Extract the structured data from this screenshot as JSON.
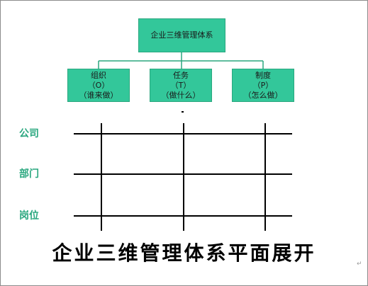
{
  "diagram": {
    "top_node": {
      "label": "企业三维管理体系"
    },
    "child_nodes": [
      {
        "name": "组织",
        "code": "（O）",
        "desc": "（谁来做）"
      },
      {
        "name": "任务",
        "code": "（T）",
        "desc": "（做什么）"
      },
      {
        "name": "制度",
        "code": "（P）",
        "desc": "（怎么做）"
      }
    ],
    "row_labels": [
      "公司",
      "部门",
      "岗位"
    ],
    "caption": "企业三维管理体系平面展开"
  },
  "colors": {
    "box_fill": "#33c79a",
    "connector": "#2aa77f",
    "row_label": "#2aa77f",
    "grid": "#000000"
  }
}
